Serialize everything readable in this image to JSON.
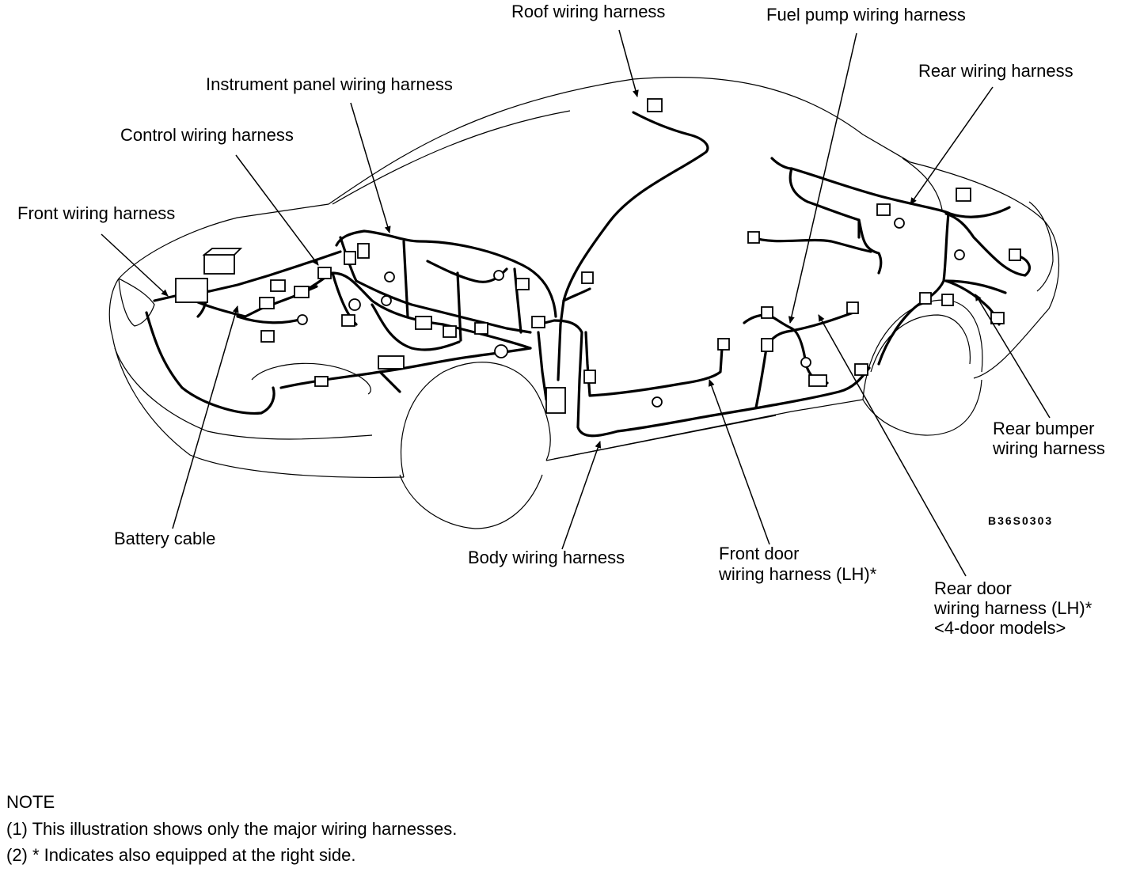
{
  "labels": {
    "roof": "Roof wiring harness",
    "fuel_pump": "Fuel pump wiring harness",
    "instrument_panel": "Instrument panel wiring harness",
    "rear": "Rear wiring harness",
    "control": "Control wiring harness",
    "front": "Front wiring harness",
    "rear_bumper_1": "Rear bumper",
    "rear_bumper_2": "wiring harness",
    "battery_cable": "Battery cable",
    "body": "Body wiring harness",
    "front_door_1": "Front door",
    "front_door_2": "wiring harness (LH)*",
    "rear_door_1": "Rear door",
    "rear_door_2": "wiring harness (LH)*",
    "rear_door_3": "<4-door models>"
  },
  "figure_code": "B36S0303",
  "note": {
    "title": "NOTE",
    "line1": "(1)  This  illustration  shows  only  the  major  wiring  harnesses.",
    "line2": "(2)  *  Indicates  also  equipped  at  the  right  side."
  }
}
